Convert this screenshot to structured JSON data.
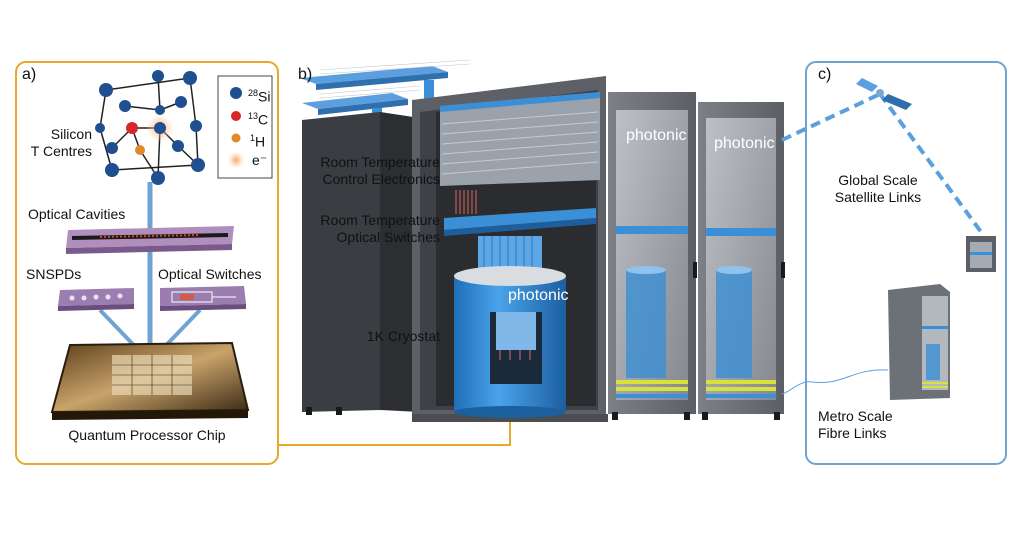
{
  "panels": {
    "a": "a)",
    "b": "b)",
    "c": "c)"
  },
  "panel_a": {
    "silicon_line1": "Silicon",
    "silicon_line2": "T Centres",
    "legend": [
      {
        "sup": "28",
        "symbol": "Si",
        "color": "#1f4f8f"
      },
      {
        "sup": "13",
        "symbol": "C",
        "color": "#d62828"
      },
      {
        "sup": "1",
        "symbol": "H",
        "color": "#e08a2a"
      },
      {
        "sup": "",
        "symbol": "e⁻",
        "color": "#f5a070"
      }
    ],
    "optical_cavities": "Optical Cavities",
    "snspds": "SNSPDs",
    "optical_switches": "Optical Switches",
    "chip": "Quantum Processor Chip"
  },
  "panel_b": {
    "rt_control_line1": "Room Temperature",
    "rt_control_line2": "Control Electronics",
    "rt_switch_line1": "Room Temperature",
    "rt_switch_line2": "Optical Switches",
    "cryostat": "1K Cryostat",
    "logo": "photonic"
  },
  "panel_c": {
    "satellite_line1": "Global Scale",
    "satellite_line2": "Satellite Links",
    "fibre_line1": "Metro Scale",
    "fibre_line2": "Fibre Links"
  },
  "colors": {
    "panel_a_border": "#e8a82a",
    "panel_c_border": "#6fa3d2",
    "blue": "#3b8fd6",
    "dark_rack": "#3a3d42"
  }
}
